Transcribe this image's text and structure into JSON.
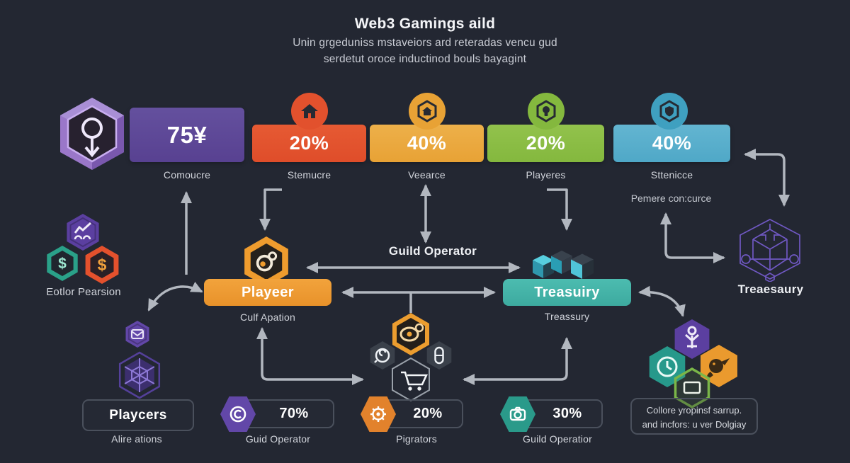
{
  "header": {
    "title": "Web3 Gamings aild",
    "subtitle1": "Unin grgeduniss mstaveiors ard reteradas vencu gud",
    "subtitle2": "serdetut oroce inductinod bouls bayagint"
  },
  "top_row": {
    "box1": {
      "value": "75¥",
      "label": "Comoucre",
      "icon": "purple-cube-hexagon-icon"
    },
    "box2": {
      "value": "20%",
      "label": "Stemucre",
      "icon": "house-icon"
    },
    "box3": {
      "value": "40%",
      "label": "Veearce",
      "icon": "hexagon-house-icon"
    },
    "box4": {
      "value": "20%",
      "label": "Playeres",
      "icon": "hexagon-bulb-icon"
    },
    "box5": {
      "value": "40%",
      "label": "Sttenicce",
      "sublabel": "Pemere con:curce",
      "icon": "hexagon-shield-icon"
    }
  },
  "center": {
    "guild_operator": "Guild Operator",
    "player_value": "Playeer",
    "player_label": "Culf Apation",
    "player_icon": "player-hexagon-icon",
    "treasury_value": "Treasuiry",
    "treasury_label": "Treassury",
    "treasury_icon": "isometric-cubes-icon",
    "wireframe_label": "Treaesaury",
    "wireframe_icon": "wireframe-hexagon-cube-icon"
  },
  "left_cluster": {
    "label": "Eotlor Pearsion",
    "icons": [
      "chart-hexagon-icon",
      "dollar-teal-hexagon-icon",
      "dollar-orange-hexagon-icon"
    ]
  },
  "left_lower_cluster": {
    "icons": [
      "envelope-hexagon-icon",
      "cube-wireframe-hexagon-icon"
    ]
  },
  "center_lower_cluster": {
    "icons": [
      "camera-eye-hexagon-icon",
      "spiral-hexagon-icon",
      "capsule-hexagon-icon",
      "cart-hexagon-icon"
    ]
  },
  "right_lower_cluster": {
    "icons": [
      "trophy-person-hexagon-icon",
      "clock-hexagon-icon",
      "bird-hexagon-icon",
      "frame-hexagon-icon"
    ]
  },
  "bottom_row": {
    "chip1": {
      "value": "Playcers",
      "label": "Alire ations"
    },
    "chip2": {
      "value": "70%",
      "label": "Guid Operator",
      "icon": "copyright-icon"
    },
    "chip3": {
      "value": "20%",
      "label": "Pigrators",
      "icon": "gear-icon"
    },
    "chip4": {
      "value": "30%",
      "label": "Guild Operatior",
      "icon": "camera-icon"
    },
    "note1": "Collore yropinsf sarrup.",
    "note2": "and incfors: u ver Dolgiay"
  },
  "colors": {
    "background": "#232732",
    "purple_box": "#5d4595",
    "red_box": "#e2512d",
    "amber_box": "#eaa63c",
    "green_box": "#8abc43",
    "blue_box": "#55adc9",
    "player_box": "#ea9730",
    "treasury_box": "#43b0a5",
    "chip_purple": "#6247a8",
    "chip_orange": "#e2822c",
    "chip_teal": "#2a9a8a",
    "arrow": "#b2b7bf"
  }
}
